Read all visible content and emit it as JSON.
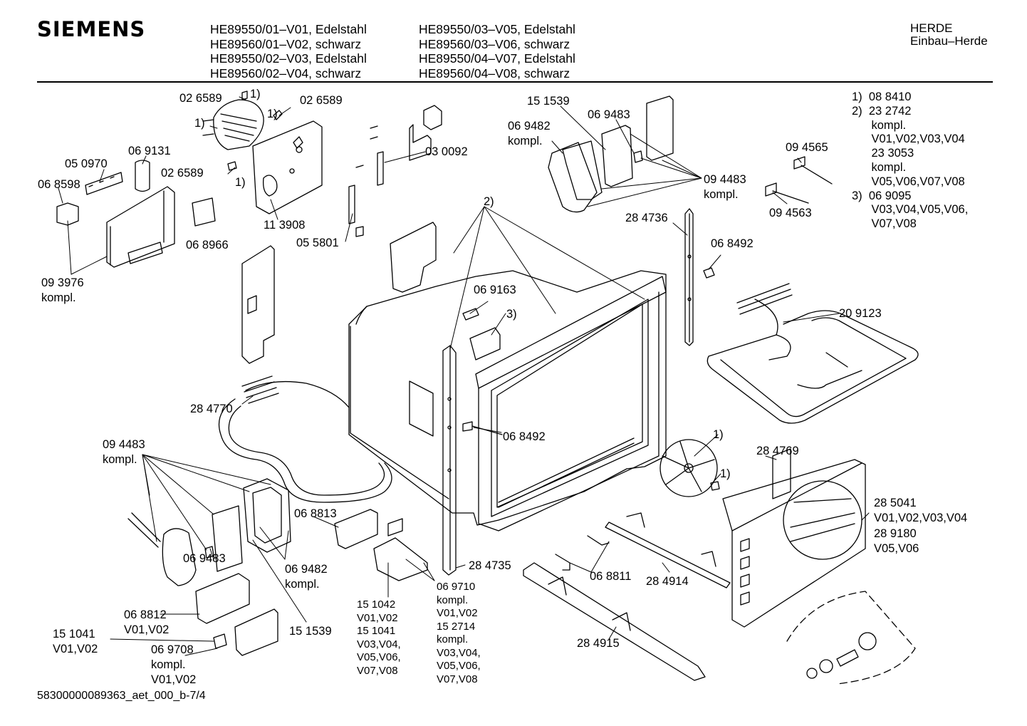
{
  "brand": "SIEMENS",
  "models_left": [
    "HE89550/01–V01, Edelstahl",
    "HE89560/01–V02, schwarz",
    "HE89550/02–V03, Edelstahl",
    "HE89560/02–V04, schwarz"
  ],
  "models_right": [
    "HE89550/03–V05, Edelstahl",
    "HE89560/03–V06, schwarz",
    "HE89550/04–V07, Edelstahl",
    "HE89560/04–V08, schwarz"
  ],
  "category": [
    "HERDE",
    "Einbau–Herde"
  ],
  "notes": [
    "1)  08 8410",
    "2)  23 2742",
    "      kompl.",
    "      V01,V02,V03,V04",
    "      23 3053",
    "      kompl.",
    "      V05,V06,V07,V08",
    "3)  06 9095",
    "      V03,V04,V05,V06,",
    "      V07,V08"
  ],
  "labels": {
    "p026589a": "02 6589",
    "fn1a": "1)",
    "fn1b": "1)",
    "p026589b": "02 6589",
    "fn1c": "1)",
    "p026589c": "02 6589",
    "fn1d": "1)",
    "p050970": "05 0970",
    "p069131": "06 9131",
    "p068598": "06 8598",
    "p113908": "11 3908",
    "p068966": "06 8966",
    "p093976": "09 3976",
    "kompl1": "kompl.",
    "p030092": "03 0092",
    "p055801": "05 5801",
    "p151539a": "15 1539",
    "p069483a": "06 9483",
    "p069482a": "06 9482",
    "kompl2": "kompl.",
    "p094483a": "09 4483",
    "kompl3": "kompl.",
    "p094565": "09 4565",
    "p094563": "09 4563",
    "fn2": "2)",
    "p284736": "28 4736",
    "p068492a": "06 8492",
    "p069163": "06 9163",
    "fn3": "3)",
    "p209123": "20 9123",
    "p284770": "28 4770",
    "p068492b": "06 8492",
    "p094483b": "09 4483",
    "kompl4": "kompl.",
    "fn1e": "1)",
    "fn1f": "1)",
    "p284769": "28 4769",
    "p285041": "28 5041",
    "v1234": "V01,V02,V03,V04",
    "p289180": "28 9180",
    "v56": "V05,V06",
    "p068813": "06 8813",
    "p069483b": "06 9483",
    "p069482b": "06 9482",
    "kompl5": "kompl.",
    "p151539b": "15 1539",
    "p284735": "28 4735",
    "p068811": "06 8811",
    "p284914": "28 4914",
    "p284915": "28 4915",
    "p068812": "06 8812",
    "v0102a": "V01,V02",
    "p151041": "15 1041",
    "v0102b": "V01,V02",
    "p069708": "06 9708",
    "kompl6": "kompl.",
    "v0102c": "V01,V02"
  },
  "col_151042": [
    "15 1042",
    "V01,V02",
    "15 1041",
    "V03,V04,",
    "V05,V06,",
    "V07,V08"
  ],
  "col_069710": [
    "06 9710",
    "kompl.",
    "V01,V02",
    "15 2714",
    "kompl.",
    "V03,V04,",
    "V05,V06,",
    "V07,V08"
  ],
  "footer": "58300000089363_aet_000_b-7/4"
}
